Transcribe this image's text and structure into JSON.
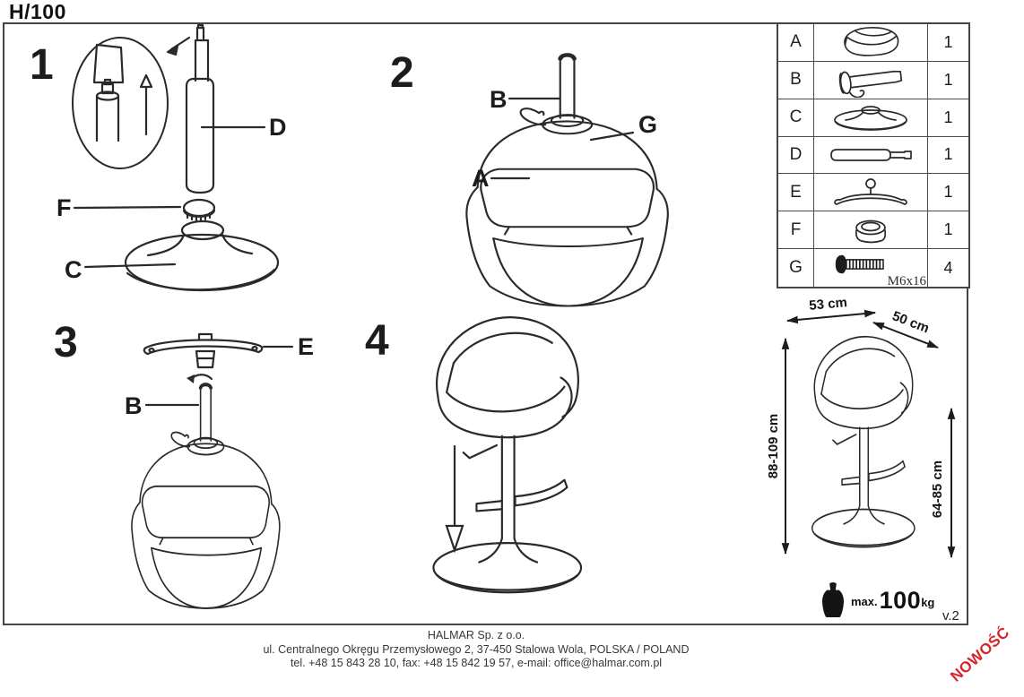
{
  "title": "H/100",
  "version": "v.2",
  "new_badge": "NOWOŚĆ",
  "steps": [
    {
      "number": "1"
    },
    {
      "number": "2"
    },
    {
      "number": "3"
    },
    {
      "number": "4"
    }
  ],
  "callouts": {
    "step1": [
      "D",
      "F",
      "C"
    ],
    "step2": [
      "B",
      "G",
      "A"
    ],
    "step3": [
      "E",
      "B"
    ]
  },
  "parts_table": {
    "rows": [
      {
        "letter": "A",
        "icon": "seat-icon",
        "qty": "1"
      },
      {
        "letter": "B",
        "icon": "gas-lift-tube-icon",
        "qty": "1"
      },
      {
        "letter": "C",
        "icon": "round-base-icon",
        "qty": "1"
      },
      {
        "letter": "D",
        "icon": "cylinder-icon",
        "qty": "1"
      },
      {
        "letter": "E",
        "icon": "footrest-icon",
        "qty": "1"
      },
      {
        "letter": "F",
        "icon": "ring-cap-icon",
        "qty": "1"
      },
      {
        "letter": "G",
        "icon": "screw-icon",
        "qty": "4",
        "note": "M6x16"
      }
    ]
  },
  "dimensions": {
    "seat_width": "53 cm",
    "seat_depth": "50 cm",
    "total_height": "88-109 cm",
    "seat_height": "64-85 cm"
  },
  "weight_limit": {
    "prefix": "max.",
    "value": "100",
    "unit": "kg"
  },
  "footer": {
    "company": "HALMAR Sp. z o.o.",
    "address": "ul. Centralnego Okręgu Przemysłowego 2, 37-450 Stalowa Wola, POLSKA / POLAND",
    "contact": "tel. +48 15 843 28 10, fax: +48 15 842 19 57, e-mail: office@halmar.com.pl"
  },
  "colors": {
    "line": "#2a2a2a",
    "accent_red": "#d6252b"
  }
}
